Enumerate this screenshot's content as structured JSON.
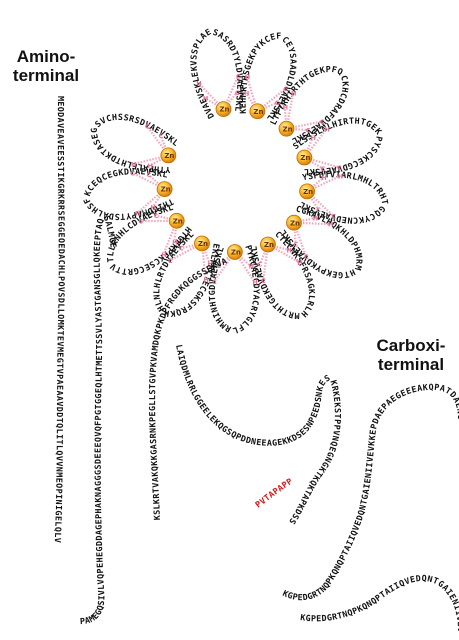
{
  "labels": {
    "amino": "Amino-\nterminal",
    "carboxi": "Carboxi-\nterminal"
  },
  "zinc_label": "Zn",
  "zinc_count": 12,
  "colors": {
    "sequence": "#111111",
    "highlight": "#d11a1a",
    "zinc_fill": "#f4a51c",
    "bond": "#f2a6bd"
  },
  "strands": {
    "n_terminal": "MEODAVEAVEESSTIKGRKRRSEGGEOEDACHLPOVSDLLOMKTEVMEGTVPAEAAVDDTQLITLQVVNMEOPINIGELQLV",
    "lower_left": "PAMEGQSIVLVQPEHEGDDAGEPHAKNAGGGSDEEEQVQFPGTGGEQLHTMETTSSVLYASTGANSGLLQKEEPTAQSALMGE",
    "ridge": "KSLKRTVAKQKKGASRNKPEGLLSTGVPKVAMDQKPKDPFRGDKQGGSSEKVAVIDGIDAKKTEFEKKVTKDSEVPSEERESQVDQ",
    "long_right": "LAIQDMLRRLGGEELEKQGSQPDDNEEAGEKKDSESNPEEDSNKESKRKEKSTPPVNQEGNGKTKQKTAPKDSSDSENAEPDL",
    "linker_near_c": "KGPEDGRTNQPKQNQPTAIIQVEDQNTGAIENIIVEVKKEPDAEPAEGEEEAKQPATDAENGDTEPMILSMMDE",
    "finger_ring": "DVAEVSKLEKVSSPLAESASRDTYLKEHMRTHSGEKPYKCEFCEYSAADLLTFTRHIRTHTGEKPFQCKHCDRAFSLSSSLNLHIRTHTGEKPYSCKECGYSFDTVIARLMHLTRHTGQCYKCNECGKAVLHQKHLDPHMRMHTGEKPYKCTECNKSFRSAGKLRLHMRTHTGEKPYKCAECDYACRYGLFLRMHINHTGEKLFRCTECGKSFRQKHHLNLHLRTHTGEKPFKCSECGRTTVTLLRNHLCTHIGDMAPYTSDALHSFKCEQCEGKYTHPALELHTDKTASEGSVCHSSRS",
    "motif_red": "PVTAPAPP"
  },
  "finger_count": 12,
  "zf_residues": [
    "H",
    "H",
    "C",
    "C"
  ]
}
